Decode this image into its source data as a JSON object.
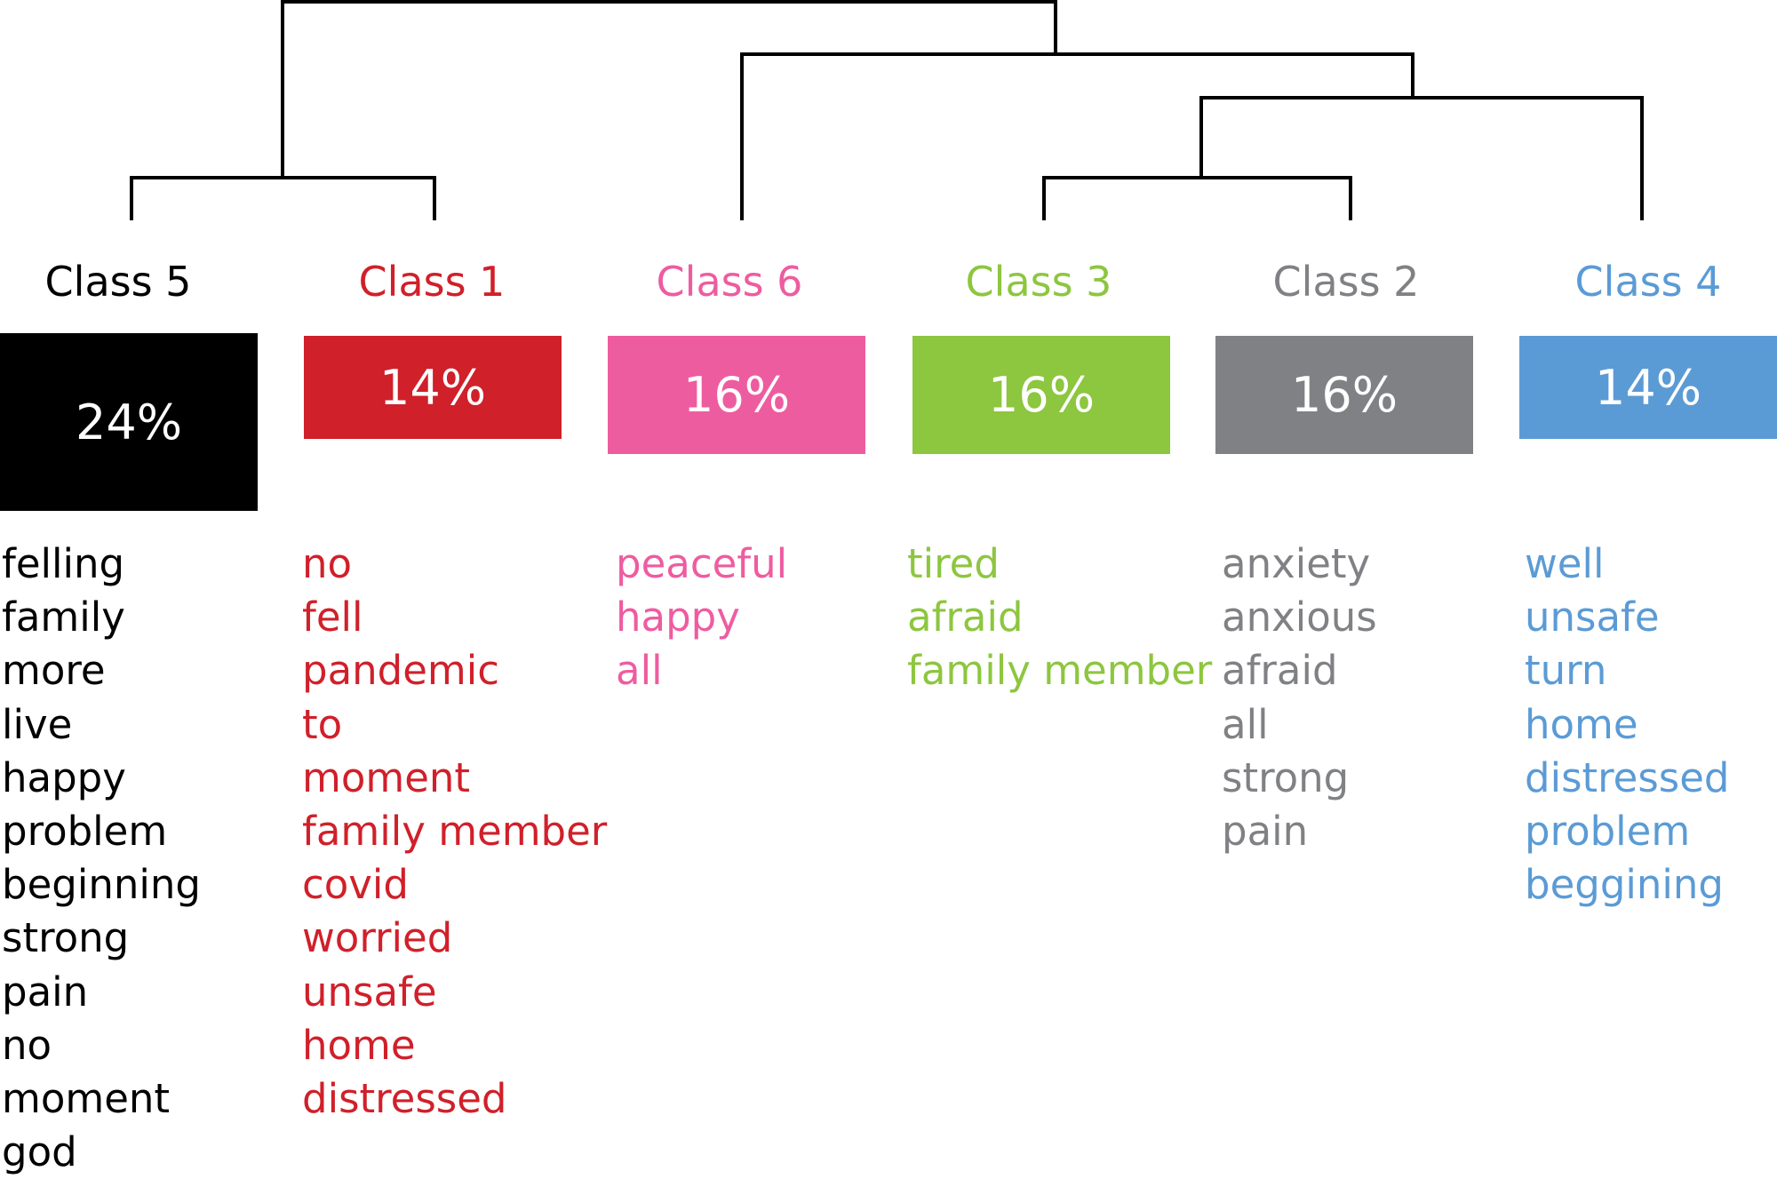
{
  "dendrogram": {
    "leaf_order": [
      "Class 5",
      "Class 1",
      "Class 6",
      "Class 3",
      "Class 2",
      "Class 4"
    ]
  },
  "classes": [
    {
      "label": "Class 5",
      "percent": "24%",
      "color": "#000000",
      "label_color": "#000000",
      "words": [
        "felling",
        "family",
        "more",
        "live",
        "happy",
        "problem",
        "beginning",
        "strong",
        "pain",
        "no",
        "moment",
        "god"
      ]
    },
    {
      "label": "Class 1",
      "percent": "14%",
      "color": "#d0202a",
      "label_color": "#d0202a",
      "words": [
        "no",
        "fell",
        "pandemic",
        "to",
        "moment",
        "family member",
        "covid",
        "worried",
        "unsafe",
        "home",
        "distressed"
      ]
    },
    {
      "label": "Class 6",
      "percent": "16%",
      "color": "#ee5ca0",
      "label_color": "#ee5ca0",
      "words": [
        "peaceful",
        "happy",
        "all"
      ]
    },
    {
      "label": "Class 3",
      "percent": "16%",
      "color": "#8dc63f",
      "label_color": "#8dc63f",
      "words": [
        "tired",
        "afraid",
        "family member"
      ]
    },
    {
      "label": "Class 2",
      "percent": "16%",
      "color": "#808184",
      "label_color": "#808184",
      "words": [
        "anxiety",
        "anxious",
        "afraid",
        "all",
        "strong",
        "pain"
      ]
    },
    {
      "label": "Class 4",
      "percent": "14%",
      "color": "#5b9bd5",
      "label_color": "#5b9bd5",
      "words": [
        "well",
        "unsafe",
        "turn",
        "home",
        "distressed",
        "problem",
        "beggining"
      ]
    }
  ]
}
